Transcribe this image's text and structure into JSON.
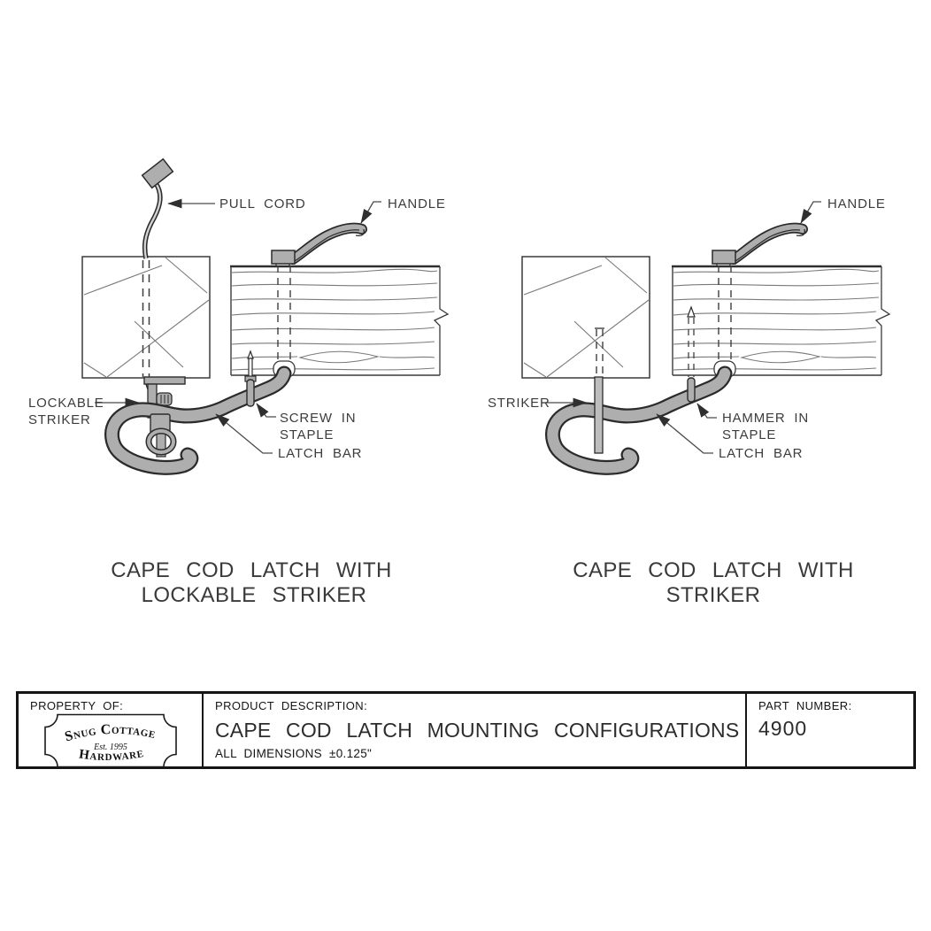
{
  "drawing": {
    "left_diagram": {
      "labels": {
        "pull_cord": "PULL CORD",
        "handle": "HANDLE",
        "lockable_striker_line1": "LOCKABLE",
        "lockable_striker_line2": "STRIKER",
        "staple_line1": "SCREW IN",
        "staple_line2": "STAPLE",
        "latch_bar": "LATCH BAR"
      },
      "caption_line1": "CAPE COD LATCH WITH",
      "caption_line2": "LOCKABLE STRIKER"
    },
    "right_diagram": {
      "labels": {
        "handle": "HANDLE",
        "striker": "STRIKER",
        "staple_line1": "HAMMER IN",
        "staple_line2": "STAPLE",
        "latch_bar": "LATCH BAR"
      },
      "caption_line1": "CAPE COD LATCH WITH",
      "caption_line2": "STRIKER"
    }
  },
  "title_block": {
    "property_of_label": "PROPERTY OF:",
    "logo": {
      "name_top": "Snug Cottage",
      "est": "Est. 1995",
      "name_bottom": "Hardware"
    },
    "product_description_label": "PRODUCT DESCRIPTION:",
    "product_description": "CAPE COD LATCH MOUNTING CONFIGURATIONS",
    "tolerance_note": "ALL DIMENSIONS ±0.125\"",
    "part_number_label": "PART NUMBER:",
    "part_number": "4900"
  },
  "colors": {
    "metal_fill": "#aeaeae",
    "outline": "#2b2b2b",
    "wood_line": "#777777",
    "leader": "#4a4a4a",
    "text": "#3c3c3c"
  }
}
